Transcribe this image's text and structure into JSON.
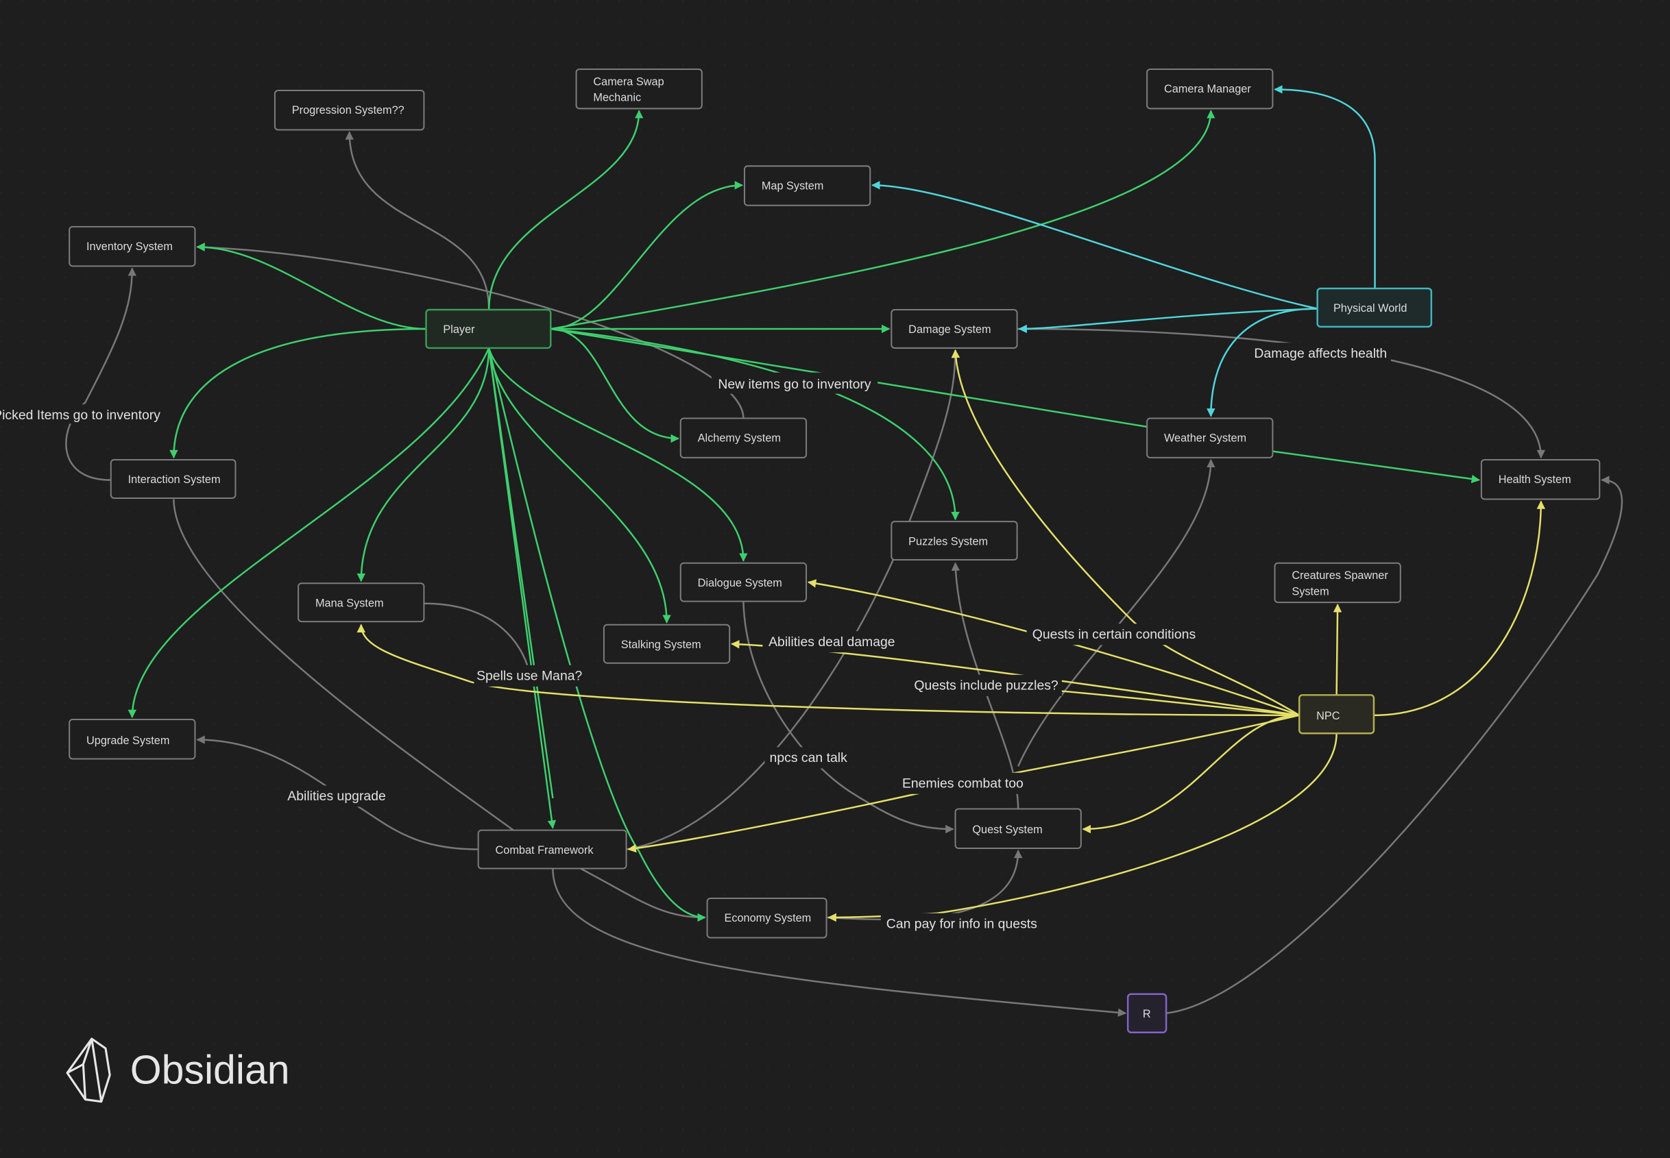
{
  "colors": {
    "background": "#1e1e1e",
    "green": "#3ecf6e",
    "gray": "#787878",
    "cyan": "#4fd6db",
    "yellow": "#e4e06a",
    "purple": "#8463c9"
  },
  "nodes": {
    "progression": "Progression System??",
    "camera_swap": [
      "Camera Swap",
      "Mechanic"
    ],
    "camera_manager": "Camera Manager",
    "map": "Map System",
    "inventory": "Inventory System",
    "player": "Player",
    "damage": "Damage System",
    "physical_world": "Physical World",
    "alchemy": "Alchemy System",
    "weather": "Weather System",
    "interaction": "Interaction System",
    "health": "Health System",
    "puzzles": "Puzzles System",
    "dialogue": "Dialogue System",
    "creatures": [
      "Creatures Spawner",
      "System"
    ],
    "mana": "Mana System",
    "stalking": "Stalking System",
    "npc": "NPC",
    "upgrade": "Upgrade System",
    "combat": "Combat Framework",
    "quest": "Quest System",
    "economy": "Economy System",
    "r": "R"
  },
  "edge_labels": {
    "picked_items": "Picked Items go to inventory",
    "new_items": "New items go to inventory",
    "damage_health": "Damage affects health",
    "quests_conditions": "Quests in certain conditions",
    "abilities_damage": "Abilities deal damage",
    "spells_mana": "Spells use Mana?",
    "quests_puzzles": "Quests include puzzles?",
    "npcs_talk": "npcs can talk",
    "enemies_combat": "Enemies combat too",
    "abilities_upgrade": "Abilities upgrade",
    "pay_info": "Can pay for info in quests"
  },
  "logo": {
    "text": "Obsidian",
    "icon": "obsidian-crystal-icon"
  }
}
